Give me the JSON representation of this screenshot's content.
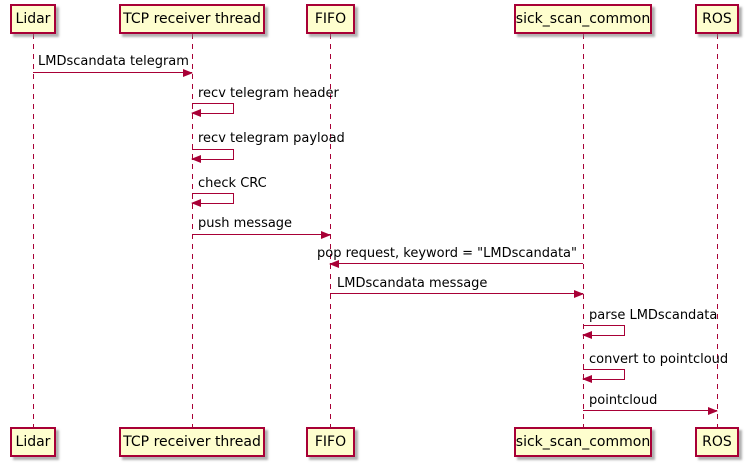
{
  "diagram": {
    "type": "sequence-diagram",
    "colors": {
      "box_fill": "#FEFECE",
      "box_border": "#A80036",
      "line": "#A80036",
      "text": "#000000",
      "background": "#FFFFFF"
    },
    "participants": [
      {
        "name": "Lidar"
      },
      {
        "name": "TCP receiver thread"
      },
      {
        "name": "FIFO"
      },
      {
        "name": "sick_scan_common"
      },
      {
        "name": "ROS"
      }
    ],
    "messages": [
      {
        "from": "Lidar",
        "to": "TCP receiver thread",
        "kind": "arrow-right",
        "label": "LMDscandata telegram"
      },
      {
        "from": "TCP receiver thread",
        "to": "TCP receiver thread",
        "kind": "self",
        "label": "recv telegram header"
      },
      {
        "from": "TCP receiver thread",
        "to": "TCP receiver thread",
        "kind": "self",
        "label": "recv telegram payload"
      },
      {
        "from": "TCP receiver thread",
        "to": "TCP receiver thread",
        "kind": "self",
        "label": "check CRC"
      },
      {
        "from": "TCP receiver thread",
        "to": "FIFO",
        "kind": "arrow-right",
        "label": "push message"
      },
      {
        "from": "sick_scan_common",
        "to": "FIFO",
        "kind": "arrow-left",
        "label": "pop request, keyword = \"LMDscandata\""
      },
      {
        "from": "FIFO",
        "to": "sick_scan_common",
        "kind": "arrow-right",
        "label": "LMDscandata message"
      },
      {
        "from": "sick_scan_common",
        "to": "sick_scan_common",
        "kind": "self",
        "label": "parse LMDscandata"
      },
      {
        "from": "sick_scan_common",
        "to": "sick_scan_common",
        "kind": "self",
        "label": "convert to pointcloud"
      },
      {
        "from": "sick_scan_common",
        "to": "ROS",
        "kind": "arrow-right",
        "label": "pointcloud"
      }
    ]
  }
}
